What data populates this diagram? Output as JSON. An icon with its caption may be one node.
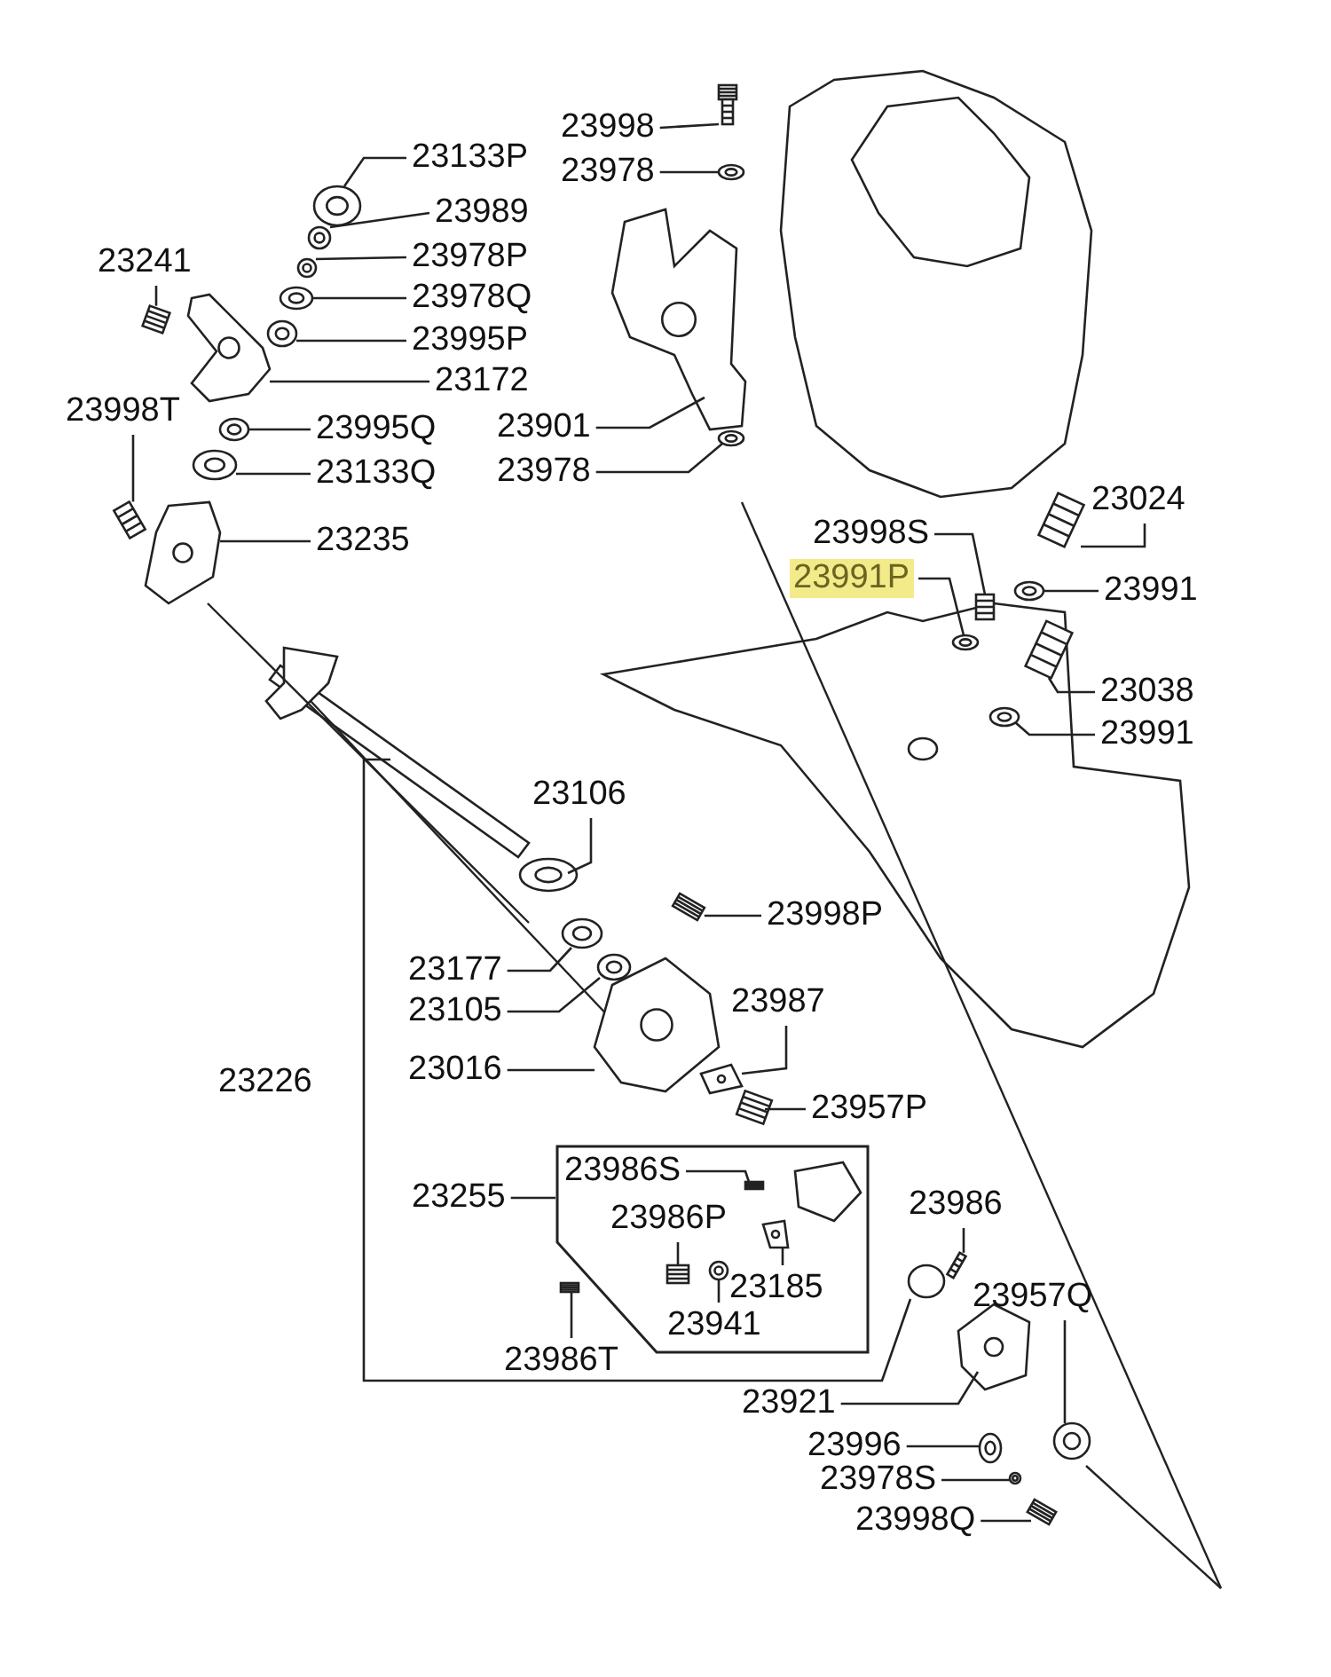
{
  "diagram": {
    "nodes": [
      {
        "text": [
          "23998"
        ]
      },
      {
        "text": [
          "23978"
        ]
      },
      {
        "text": [
          "23133P"
        ]
      },
      {
        "text": [
          "23989"
        ]
      },
      {
        "text": [
          "23978P"
        ]
      },
      {
        "text": [
          "23978Q"
        ]
      },
      {
        "text": [
          "23995P"
        ]
      },
      {
        "text": [
          "23172"
        ]
      },
      {
        "text": [
          "23241"
        ]
      },
      {
        "text": [
          "23998T"
        ]
      },
      {
        "text": [
          "23995Q"
        ]
      },
      {
        "text": [
          "23133Q"
        ]
      },
      {
        "text": [
          "23235"
        ]
      },
      {
        "text": [
          "23901"
        ]
      },
      {
        "text": [
          "23978"
        ]
      },
      {
        "text": [
          "23998S"
        ]
      },
      {
        "text": [
          "23991P"
        ]
      },
      {
        "text": [
          "23024"
        ]
      },
      {
        "text": [
          "23991"
        ]
      },
      {
        "text": [
          "23038"
        ]
      },
      {
        "text": [
          "23991"
        ]
      },
      {
        "text": [
          "23106"
        ]
      },
      {
        "text": [
          "23998P"
        ]
      },
      {
        "text": [
          "23177"
        ]
      },
      {
        "text": [
          "23105"
        ]
      },
      {
        "text": [
          "23016"
        ]
      },
      {
        "text": [
          "23987"
        ]
      },
      {
        "text": [
          "23957P"
        ]
      },
      {
        "text": [
          "23226"
        ]
      },
      {
        "text": [
          "23255"
        ]
      },
      {
        "text": [],
        "shape": "box"
      },
      {
        "text": [
          "23986S"
        ],
        "in": 30
      },
      {
        "text": [
          "23986P"
        ],
        "in": 30
      },
      {
        "text": [
          "23185"
        ],
        "in": 30
      },
      {
        "text": [
          "23941"
        ],
        "in": 30
      },
      {
        "text": [
          "23986T"
        ]
      },
      {
        "text": [
          "23986"
        ]
      },
      {
        "text": [
          "23957Q"
        ]
      },
      {
        "text": [
          "23921"
        ]
      },
      {
        "text": [
          "23996"
        ]
      },
      {
        "text": [
          "23978S"
        ]
      },
      {
        "text": [
          "23998Q"
        ]
      },
      {
        "text": [],
        "shape": "picture"
      },
      {
        "text": [],
        "shape": "picture"
      },
      {
        "text": [],
        "shape": "picture"
      },
      {
        "text": [],
        "shape": "picture"
      },
      {
        "text": [],
        "shape": "picture"
      },
      {
        "text": [],
        "shape": "picture"
      },
      {
        "text": [],
        "shape": "picture"
      },
      {
        "text": [],
        "shape": "picture"
      },
      {
        "text": [],
        "shape": "picture"
      },
      {
        "text": [],
        "shape": "picture"
      },
      {
        "text": [],
        "shape": "picture"
      },
      {
        "text": [],
        "shape": "picture"
      },
      {
        "text": [],
        "shape": "picture"
      },
      {
        "text": [],
        "shape": "picture"
      },
      {
        "text": [],
        "shape": "picture"
      },
      {
        "text": [],
        "shape": "picture"
      },
      {
        "text": [],
        "shape": "picture"
      },
      {
        "text": [],
        "shape": "picture"
      },
      {
        "text": [],
        "shape": "picture"
      },
      {
        "text": [],
        "shape": "picture"
      },
      {
        "text": [],
        "shape": "picture"
      },
      {
        "text": [],
        "shape": "picture"
      },
      {
        "text": [],
        "shape": "picture"
      },
      {
        "text": [],
        "shape": "picture"
      },
      {
        "text": [],
        "shape": "picture"
      },
      {
        "text": [],
        "shape": "picture"
      },
      {
        "text": [],
        "shape": "picture"
      },
      {
        "text": [],
        "shape": "picture"
      },
      {
        "text": [],
        "shape": "picture",
        "in": 30
      },
      {
        "text": [],
        "shape": "picture",
        "in": 30
      },
      {
        "text": [],
        "shape": "picture",
        "in": 30
      },
      {
        "text": [],
        "shape": "picture",
        "in": 30
      },
      {
        "text": [],
        "shape": "picture"
      },
      {
        "text": [],
        "shape": "picture"
      },
      {
        "text": [],
        "shape": "picture"
      },
      {
        "text": [],
        "shape": "picture"
      },
      {
        "text": [],
        "shape": "picture"
      },
      {
        "text": [],
        "shape": "picture"
      },
      {
        "text": [],
        "shape": "picture"
      }
    ],
    "edges": [
      {
        "from": 0,
        "to": 42,
        "arrow": "none"
      },
      {
        "from": 1,
        "to": 43,
        "arrow": "none"
      },
      {
        "from": 2,
        "to": 44,
        "arrow": "none"
      },
      {
        "from": 3,
        "to": 45,
        "arrow": "none"
      },
      {
        "from": 4,
        "to": 46,
        "arrow": "none"
      },
      {
        "from": 5,
        "to": 47,
        "arrow": "none"
      },
      {
        "from": 6,
        "to": 48,
        "arrow": "none"
      },
      {
        "from": 7,
        "to": 49,
        "arrow": "none"
      },
      {
        "from": 8,
        "to": 50,
        "arrow": "none"
      },
      {
        "from": 9,
        "to": 51,
        "arrow": "none"
      },
      {
        "from": 10,
        "to": 52,
        "arrow": "none"
      },
      {
        "from": 11,
        "to": 53,
        "arrow": "none"
      },
      {
        "from": 12,
        "to": 54,
        "arrow": "none"
      },
      {
        "from": 13,
        "to": 55,
        "arrow": "none"
      },
      {
        "from": 14,
        "to": 56,
        "arrow": "none"
      },
      {
        "from": 15,
        "to": 57,
        "arrow": "none"
      },
      {
        "from": 16,
        "to": 58,
        "arrow": "none"
      },
      {
        "from": 17,
        "to": 59,
        "arrow": "none"
      },
      {
        "from": 18,
        "to": 60,
        "arrow": "none"
      },
      {
        "from": 19,
        "to": 61,
        "arrow": "none"
      },
      {
        "from": 20,
        "to": 62,
        "arrow": "none"
      },
      {
        "from": 21,
        "to": 63,
        "arrow": "none"
      },
      {
        "from": 22,
        "to": 64,
        "arrow": "none"
      },
      {
        "from": 23,
        "to": 65,
        "arrow": "none"
      },
      {
        "from": 24,
        "to": 66,
        "arrow": "none"
      },
      {
        "from": 25,
        "to": 67,
        "arrow": "none"
      },
      {
        "from": 26,
        "to": 68,
        "arrow": "none"
      },
      {
        "from": 27,
        "to": 69,
        "arrow": "none"
      },
      {
        "from": 29,
        "to": 30,
        "arrow": "none"
      },
      {
        "from": 31,
        "to": 70,
        "arrow": "none"
      },
      {
        "from": 32,
        "to": 71,
        "arrow": "none"
      },
      {
        "from": 33,
        "to": 72,
        "arrow": "none"
      },
      {
        "from": 34,
        "to": 73,
        "arrow": "none"
      },
      {
        "from": 35,
        "to": 74,
        "arrow": "none"
      },
      {
        "from": 36,
        "to": 75,
        "arrow": "none"
      },
      {
        "from": 37,
        "to": 76,
        "arrow": "none"
      },
      {
        "from": 38,
        "to": 77,
        "arrow": "none"
      },
      {
        "from": 39,
        "to": 78,
        "arrow": "none"
      },
      {
        "from": 40,
        "to": 79,
        "arrow": "none"
      },
      {
        "from": 41,
        "to": 80,
        "arrow": "none"
      }
    ]
  }
}
